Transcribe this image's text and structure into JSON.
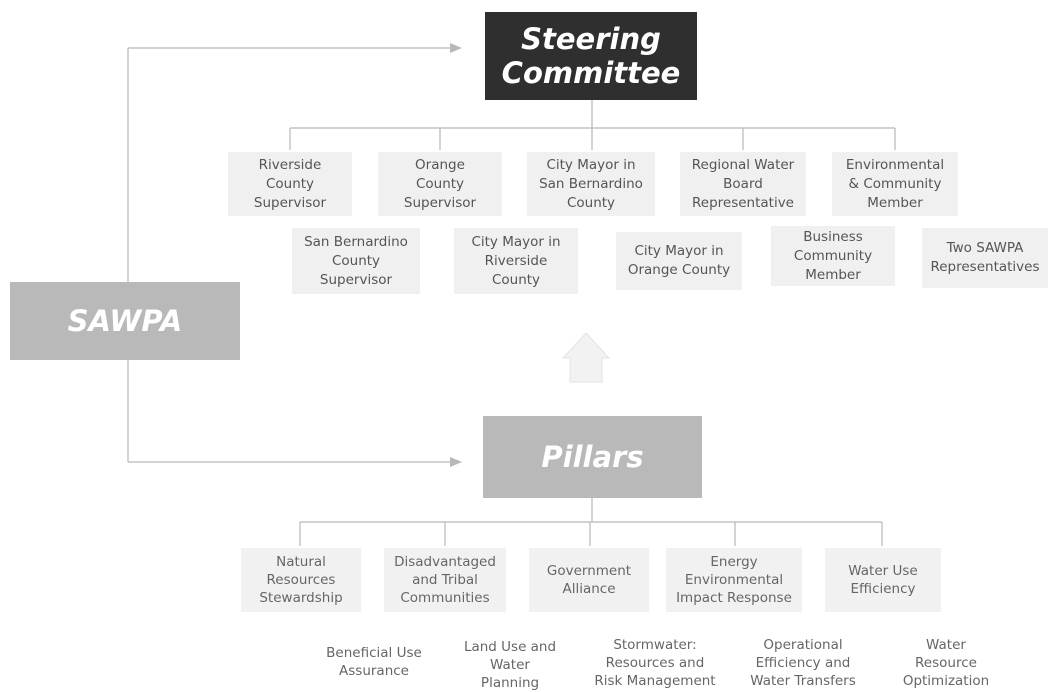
{
  "steering_committee": {
    "line1": "Steering",
    "line2": "Committee"
  },
  "sawpa": {
    "label": "SAWPA"
  },
  "pillars": {
    "label": "Pillars"
  },
  "committee_members_row1": [
    [
      "Riverside",
      "County",
      "Supervisor"
    ],
    [
      "Orange",
      "County",
      "Supervisor"
    ],
    [
      "City Mayor in",
      "San Bernardino",
      "County"
    ],
    [
      "Regional Water",
      "Board",
      "Representative"
    ],
    [
      "Environmental",
      "& Community",
      "Member"
    ]
  ],
  "committee_members_row2": [
    [
      "San Bernardino",
      "County",
      "Supervisor"
    ],
    [
      "City Mayor in",
      "Riverside",
      "County"
    ],
    [
      "City Mayor in",
      "Orange County"
    ],
    [
      "Business",
      "Community",
      "Member"
    ],
    [
      "Two SAWPA",
      "Representatives"
    ]
  ],
  "pillar_items_row1": [
    [
      "Natural",
      "Resources",
      "Stewardship"
    ],
    [
      "Disadvantaged",
      "and Tribal",
      "Communities"
    ],
    [
      "Government",
      "Alliance"
    ],
    [
      "Energy",
      "Environmental",
      "Impact Response"
    ],
    [
      "Water Use",
      "Efficiency"
    ]
  ],
  "pillar_items_row2": [
    [
      "Beneficial Use",
      "Assurance"
    ],
    [
      "Land Use and",
      "Water",
      "Planning"
    ],
    [
      "Stormwater:",
      "Resources and",
      "Risk Management"
    ],
    [
      "Operational",
      "Efficiency and",
      "Water Transfers"
    ],
    [
      "Water",
      "Resource",
      "Optimization"
    ]
  ],
  "colors": {
    "steering_bg": "#2f2f2f",
    "grey_box": "#b9b9b9",
    "member_box": "#f0f0f0",
    "connector": "#b8b8b8"
  }
}
